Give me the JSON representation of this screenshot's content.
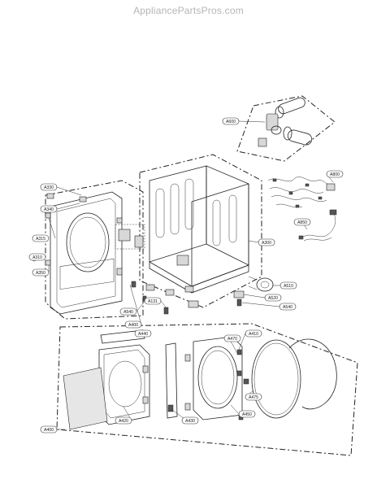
{
  "watermark": "AppliancePartsPros.com",
  "callouts": {
    "a600": "A600",
    "a330": "A330",
    "a300": "A300",
    "a800": "A800",
    "a340": "A340",
    "a310": "A310",
    "a315": "A315",
    "a350": "A350",
    "a850": "A850",
    "a510": "A510",
    "a131": "A131",
    "a520": "A520",
    "a540_left": "A540",
    "a540_right": "A540",
    "a400_top": "A400",
    "a440": "A440",
    "a410": "A410",
    "a470": "A470",
    "a420": "A420",
    "a430": "A430",
    "a450": "A450",
    "a475": "A475",
    "a400_bottom": "A400"
  }
}
